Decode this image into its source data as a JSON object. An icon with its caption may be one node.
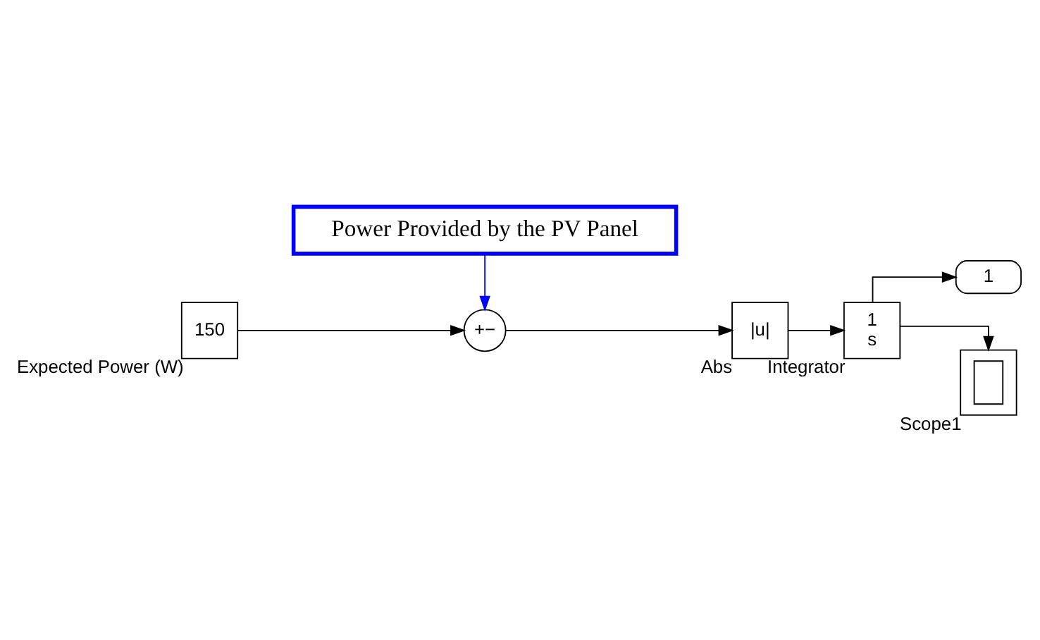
{
  "diagram": {
    "nodes": [
      {
        "text": [
          "150"
        ],
        "beside": [
          "Expected Power (W)"
        ]
      },
      {
        "text": [
          "+−"
        ]
      },
      {
        "text": [
          "|u|"
        ],
        "beside": [
          "Abs"
        ]
      },
      {
        "text": [
          "1",
          "s"
        ],
        "beside": [
          "Integrator"
        ]
      },
      {
        "text": [
          "1"
        ]
      },
      {
        "text": [
          "Power Provided by the PV Panel"
        ]
      },
      {
        "text": [],
        "shape": "picture",
        "beside": [
          "Scope1"
        ]
      }
    ],
    "edges": [
      {
        "from": 0,
        "to": 1,
        "arrow": "to"
      },
      {
        "from": 5,
        "to": 1,
        "arrow": "to",
        "color": "#0000ff"
      },
      {
        "from": 1,
        "to": 2,
        "arrow": "to"
      },
      {
        "from": 2,
        "to": 3,
        "arrow": "to"
      },
      {
        "from": 3,
        "to": 4,
        "arrow": "to"
      },
      {
        "from": 3,
        "to": 6,
        "arrow": "to"
      }
    ]
  }
}
